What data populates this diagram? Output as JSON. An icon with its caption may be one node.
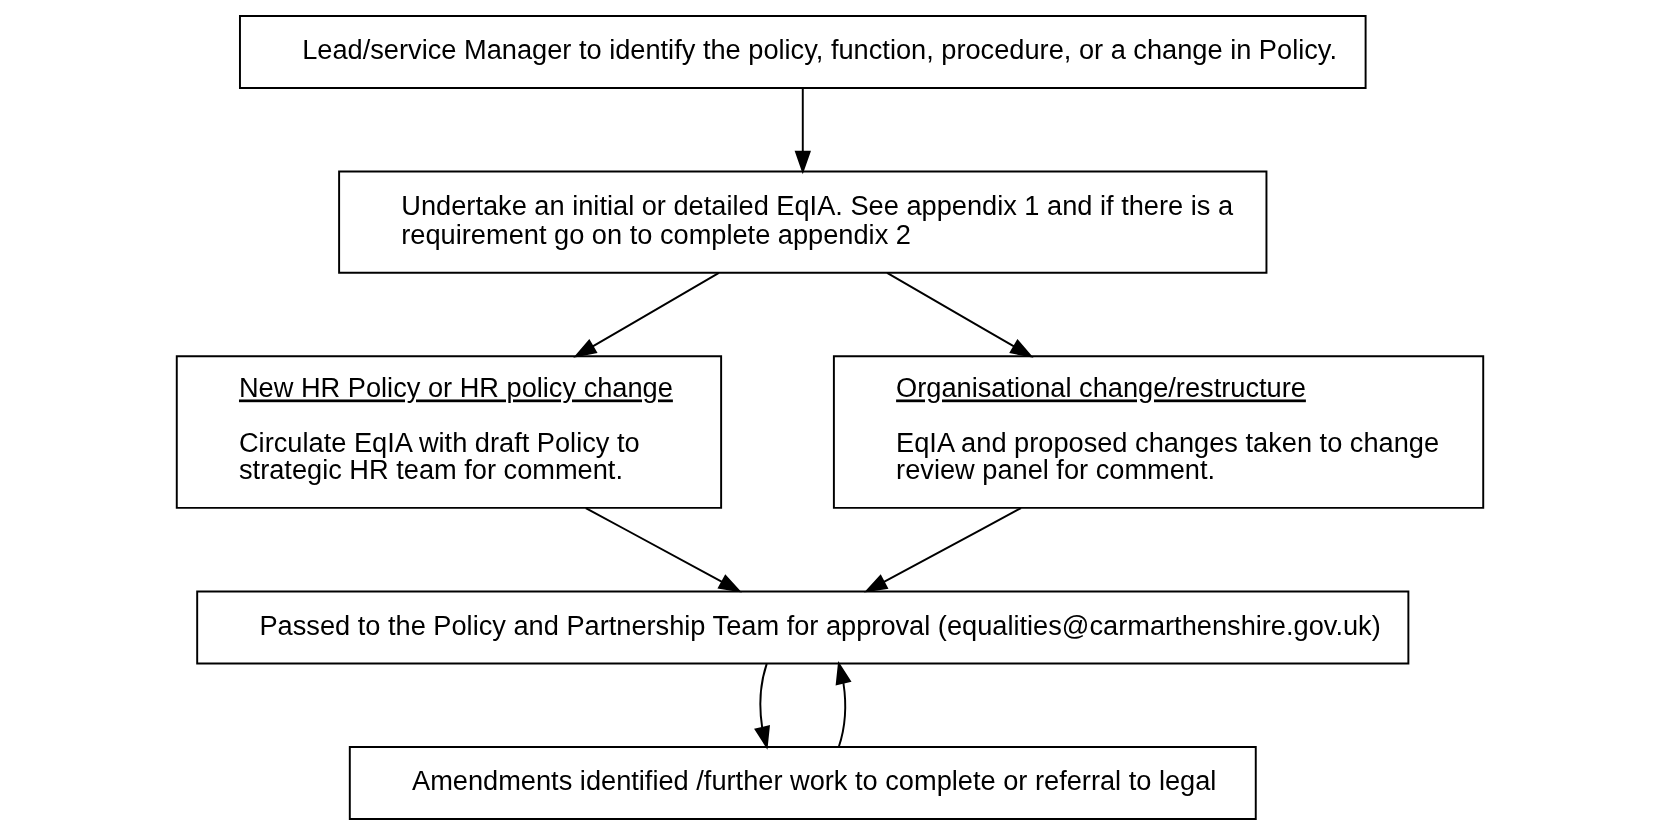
{
  "diagram": {
    "nodes": [
      {
        "text": [
          "Lead/service Manager to identify the policy, function, procedure, or a change in Policy."
        ]
      },
      {
        "text": [
          "Undertake an initial or detailed EqIA. See appendix 1 and if there is a requirement go on to complete appendix 2"
        ]
      },
      {
        "text": [
          "New HR Policy or HR policy change",
          "Circulate EqIA with draft Policy to strategic HR team for comment."
        ]
      },
      {
        "text": [
          "Organisational change/restructure",
          "EqIA and proposed changes taken to change review panel for comment."
        ]
      },
      {
        "text": [
          "Passed to the Policy and Partnership Team for approval (equalities@carmarthenshire.gov.uk)"
        ]
      },
      {
        "text": [
          "Amendments identified /further work to complete or referral to legal"
        ]
      }
    ],
    "edges": [
      {
        "from": 0,
        "to": 1,
        "arrow": "to"
      },
      {
        "from": 1,
        "to": 2,
        "arrow": "to"
      },
      {
        "from": 1,
        "to": 3,
        "arrow": "to"
      },
      {
        "from": 2,
        "to": 4,
        "arrow": "to"
      },
      {
        "from": 3,
        "to": 4,
        "arrow": "to"
      },
      {
        "from": 4,
        "to": 5,
        "arrow": "to"
      },
      {
        "from": 5,
        "to": 4,
        "arrow": "to"
      }
    ]
  }
}
